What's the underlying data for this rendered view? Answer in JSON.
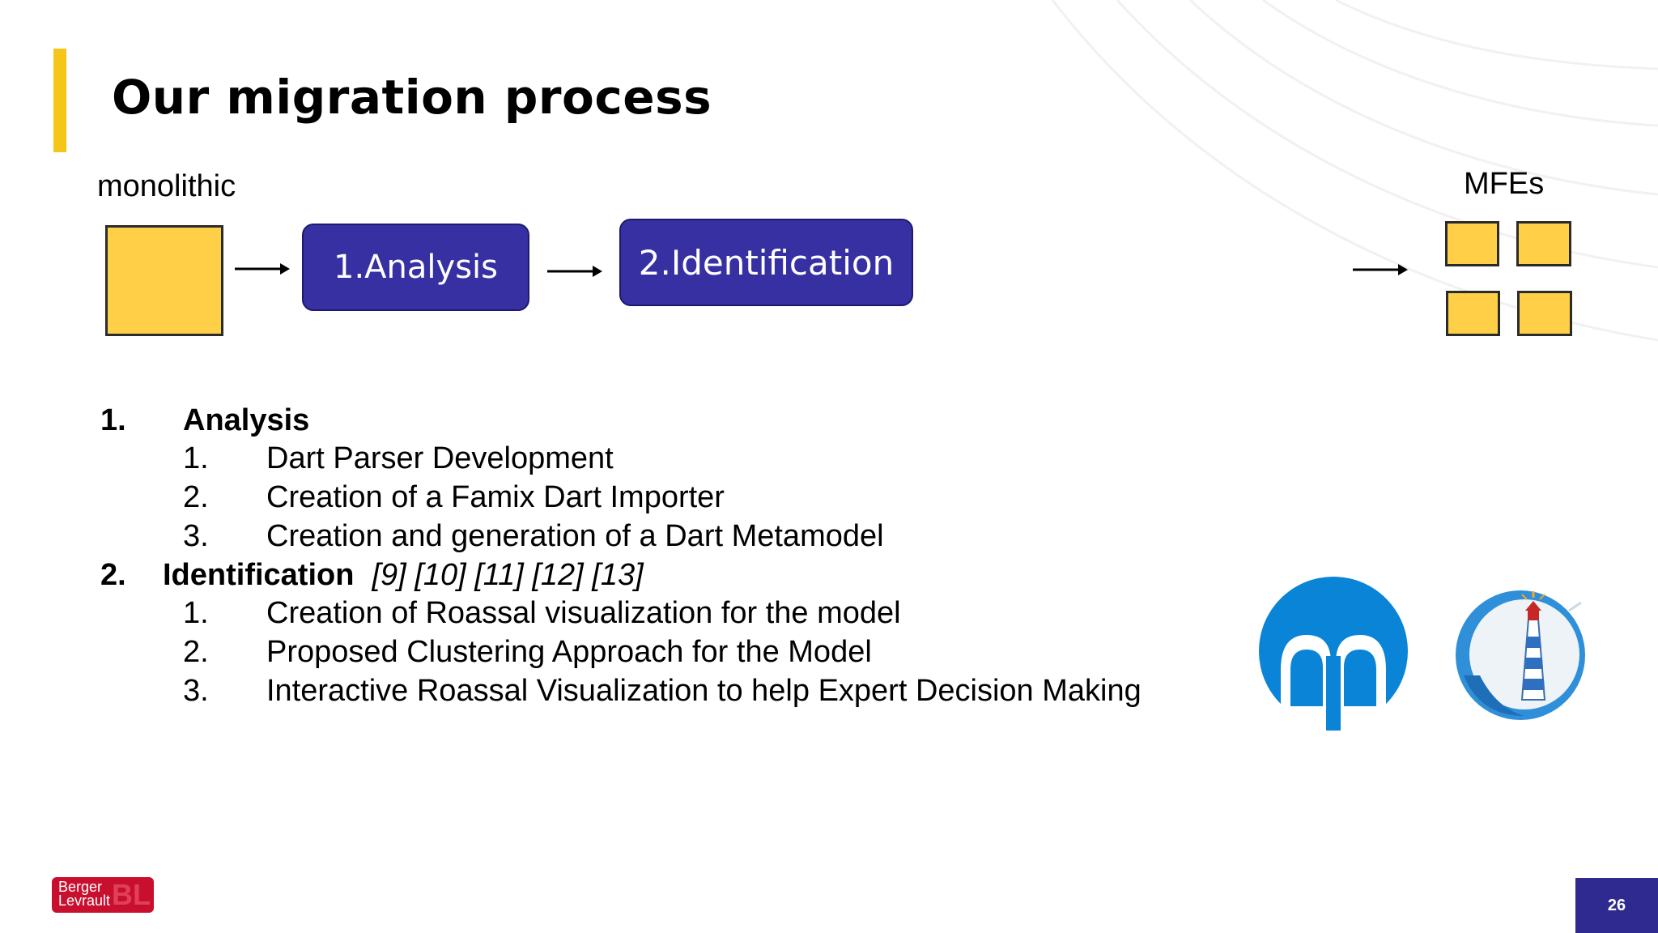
{
  "slide": {
    "title": "Our migration process",
    "page_number": "26"
  },
  "diagram": {
    "source_label": "monolithic",
    "target_label": "MFEs",
    "steps": [
      "1.Analysis",
      "2.Identification"
    ]
  },
  "outline": {
    "sections": [
      {
        "number": "1.",
        "heading": "Analysis",
        "refs": "",
        "items": [
          {
            "number": "1.",
            "text": "Dart Parser Development"
          },
          {
            "number": "2.",
            "text": "Creation of a Famix Dart Importer"
          },
          {
            "number": "3.",
            "text": "Creation and generation of a Dart Metamodel"
          }
        ]
      },
      {
        "number": "2.",
        "heading": "Identification",
        "refs": "[9] [10] [11] [12] [13]",
        "items": [
          {
            "number": "1.",
            "text": "Creation of Roassal visualization for the model"
          },
          {
            "number": "2.",
            "text": "Proposed Clustering Approach for the Model"
          },
          {
            "number": "3.",
            "text": "Interactive Roassal Visualization to help Expert Decision Making"
          }
        ]
      }
    ]
  },
  "footer": {
    "company_logo_text": "Berger Levrault",
    "company_logo_mark": "BL"
  },
  "colors": {
    "accent": "#f5c518",
    "step_box": "#3730a3",
    "component_fill": "#ffcf47",
    "page_badge": "#2e2a8f",
    "company_red": "#c8102e"
  },
  "icons": [
    "moose-logo-icon",
    "lighthouse-logo-icon",
    "arrow-right-icon"
  ]
}
